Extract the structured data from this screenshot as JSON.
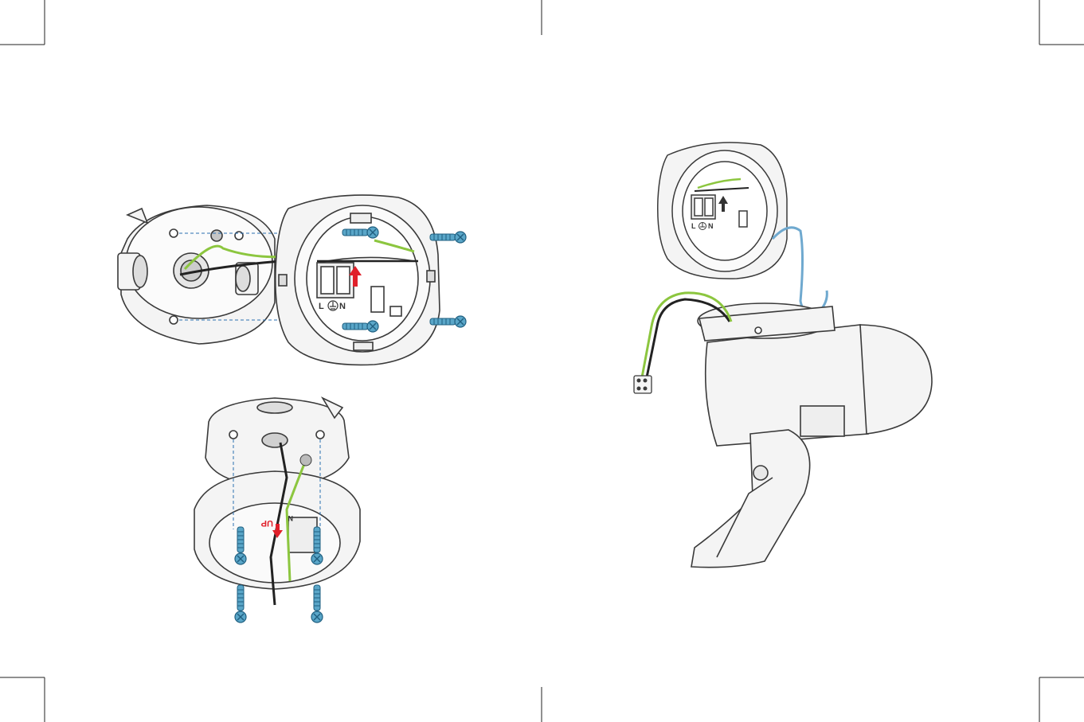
{
  "panel_a": {
    "terminal": {
      "live": "L",
      "neutral": "N"
    }
  },
  "panel_b": {
    "direction_label": "UP",
    "terminal_neutral": "N"
  },
  "panel_c": {
    "terminal": {
      "live": "L",
      "neutral": "N"
    }
  },
  "colors": {
    "outline": "#3a3a3a",
    "fill": "#f4f4f4",
    "screw": "#5aa6c8",
    "screw_edge": "#1f5f80",
    "ground_wire": "#8cc63f",
    "black_wire": "#222222",
    "blue_wire": "#6fa9cf",
    "arrow_red": "#e0202a",
    "guide": "#2a6fb0"
  },
  "icons": [
    "screw-icon",
    "arrow-up-icon",
    "ground-symbol-icon",
    "connector-block-icon"
  ]
}
